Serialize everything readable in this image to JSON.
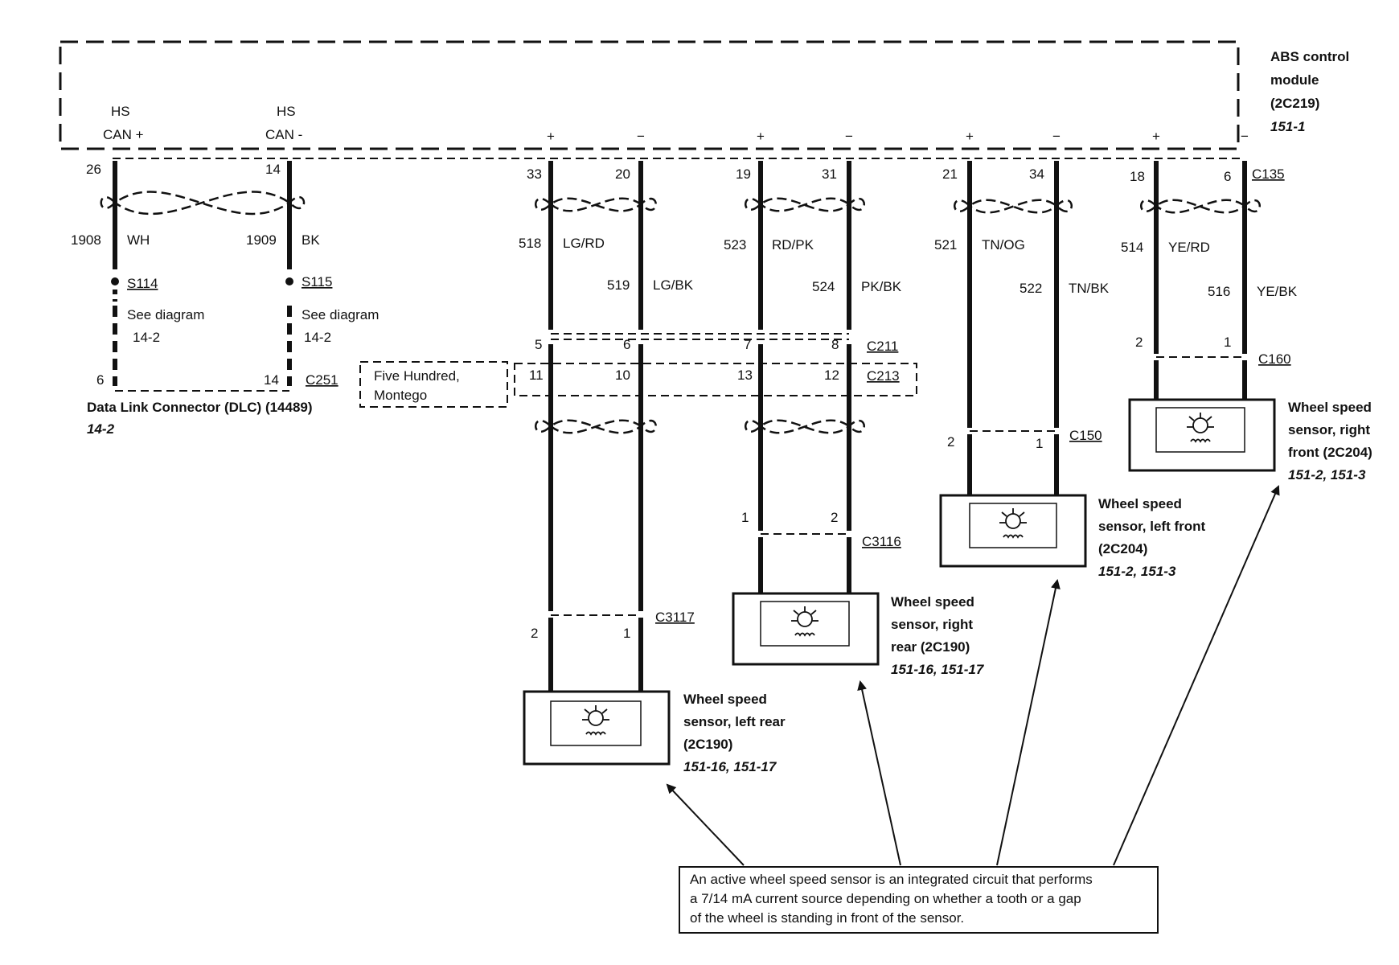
{
  "module": {
    "name_lines": [
      "ABS control",
      "module",
      "(2C219)"
    ],
    "ref": "151-1",
    "connector": "C135"
  },
  "can": {
    "hs_plus": [
      "HS",
      "CAN +"
    ],
    "hs_minus": [
      "HS",
      "CAN -"
    ],
    "pin_plus": "26",
    "pin_minus": "14",
    "circuit_plus": "1908",
    "color_plus": "WH",
    "circuit_minus": "1909",
    "color_minus": "BK",
    "splice_plus": "S114",
    "splice_minus": "S115",
    "see_plus": "See diagram",
    "see_plus_ref": "14-2",
    "see_minus": "See diagram",
    "see_minus_ref": "14-2",
    "dlc_pin_plus": "6",
    "dlc_pin_minus": "14",
    "dlc_connector": "C251",
    "dlc_name": "Data Link Connector (DLC) (14489)",
    "dlc_ref": "14-2"
  },
  "polarity": {
    "plus": "+",
    "minus": "−"
  },
  "pairs": [
    {
      "pin_a": "33",
      "pin_b": "20",
      "circ_a": "518",
      "col_a": "LG/RD",
      "circ_b": "519",
      "col_b": "LG/BK",
      "c211_a": "5",
      "c211_b": "6",
      "c213_a": "11",
      "c213_b": "10",
      "end_a": "2",
      "end_b": "1",
      "end_conn": "C3117"
    },
    {
      "pin_a": "19",
      "pin_b": "31",
      "circ_a": "523",
      "col_a": "RD/PK",
      "circ_b": "524",
      "col_b": "PK/BK",
      "c211_a": "7",
      "c211_b": "8",
      "c213_a": "13",
      "c213_b": "12",
      "end_a": "1",
      "end_b": "2",
      "end_conn": "C3116"
    },
    {
      "pin_a": "21",
      "pin_b": "34",
      "circ_a": "521",
      "col_a": "TN/OG",
      "circ_b": "522",
      "col_b": "TN/BK",
      "end_a": "2",
      "end_b": "1",
      "end_conn": "C150"
    },
    {
      "pin_a": "18",
      "pin_b": "6",
      "circ_a": "514",
      "col_a": "YE/RD",
      "circ_b": "516",
      "col_b": "YE/BK",
      "end_a": "2",
      "end_b": "1",
      "end_conn": "C160"
    }
  ],
  "inline": {
    "c211": "C211",
    "c213": "C213",
    "variant_lines": [
      "Five Hundred,",
      "Montego"
    ]
  },
  "sensors": [
    {
      "lines": [
        "Wheel speed",
        "sensor, left rear",
        "(2C190)"
      ],
      "ref": "151-16, 151-17"
    },
    {
      "lines": [
        "Wheel speed",
        "sensor, right",
        "rear (2C190)"
      ],
      "ref": "151-16, 151-17"
    },
    {
      "lines": [
        "Wheel speed",
        "sensor, left front",
        "(2C204)"
      ],
      "ref": "151-2, 151-3"
    },
    {
      "lines": [
        "Wheel speed",
        "sensor, right",
        "front (2C204)"
      ],
      "ref": "151-2, 151-3"
    }
  ],
  "note_lines": [
    "An active wheel speed sensor is an integrated circuit that performs",
    "a 7/14 mA current source depending on whether a tooth or a gap",
    "of the wheel is standing in front of the sensor."
  ]
}
